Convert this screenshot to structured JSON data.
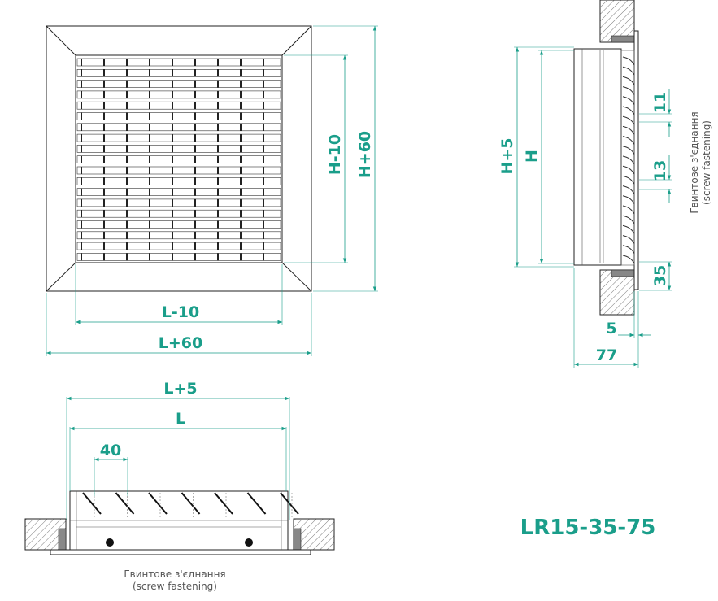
{
  "model": "LR15-35-75",
  "front_view": {
    "dim_width_inner": "L-10",
    "dim_width_outer": "L+60",
    "dim_height_inner": "H-10",
    "dim_height_outer": "H+60"
  },
  "side_view": {
    "dim_height_plus": "H+5",
    "dim_height": "H",
    "dim_11": "11",
    "dim_13": "13",
    "dim_35": "35",
    "dim_5": "5",
    "dim_77": "77",
    "note_line1": "Гвинтове з'єднання",
    "note_line2": "(screw fastening)"
  },
  "section_view": {
    "dim_width_plus": "L+5",
    "dim_width": "L",
    "dim_pitch": "40",
    "note_line1": "Гвинтове з'єднання",
    "note_line2": "(screw fastening)"
  },
  "colors": {
    "accent": "#1a9e8a",
    "line": "#222222"
  }
}
